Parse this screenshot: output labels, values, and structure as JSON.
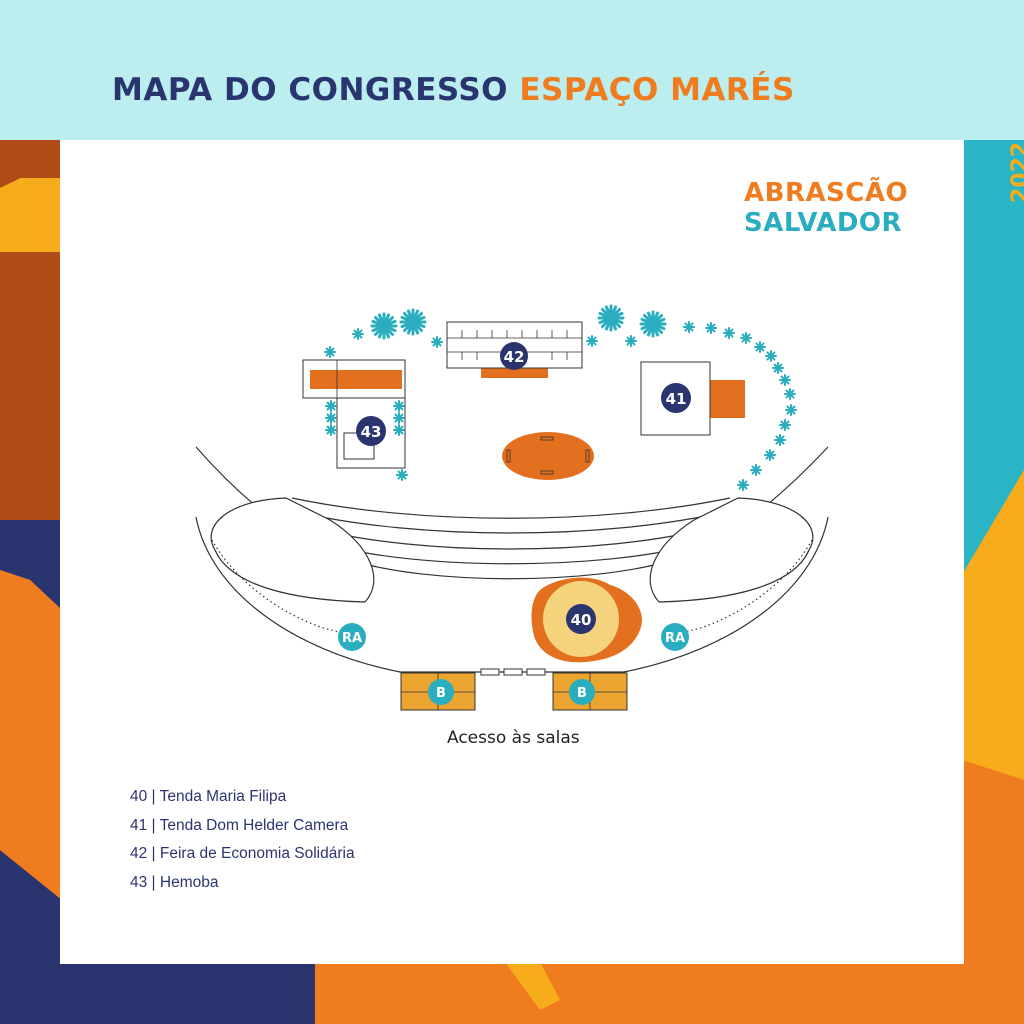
{
  "header": {
    "title_main": "MAPA DO CONGRESSO",
    "title_accent": "ESPAÇO MARÉS"
  },
  "logo": {
    "line1": "ABRASCÃO",
    "line2": "SALVADOR",
    "year": "2022"
  },
  "map": {
    "markers": {
      "m40": "40",
      "m41": "41",
      "m42": "42",
      "m43": "43",
      "ra_left": "RA",
      "ra_right": "RA",
      "b_left": "B",
      "b_right": "B"
    },
    "caption": "Acesso às salas"
  },
  "legend": {
    "items": [
      "40 | Tenda Maria Filipa",
      "41 | Tenda Dom Helder Camera",
      "42 | Feira de Economia Solidária",
      "43 | Hemoba"
    ]
  },
  "colors": {
    "navy": "#2a3570",
    "orange": "#ef7d1f",
    "map_orange": "#e3701e",
    "teal": "#2aaebf",
    "yellow": "#f7ad1b",
    "mustard": "#eca431",
    "brown": "#b04a16",
    "light_cyan": "#bdeeef",
    "pale_yellow": "#f6d47e"
  }
}
